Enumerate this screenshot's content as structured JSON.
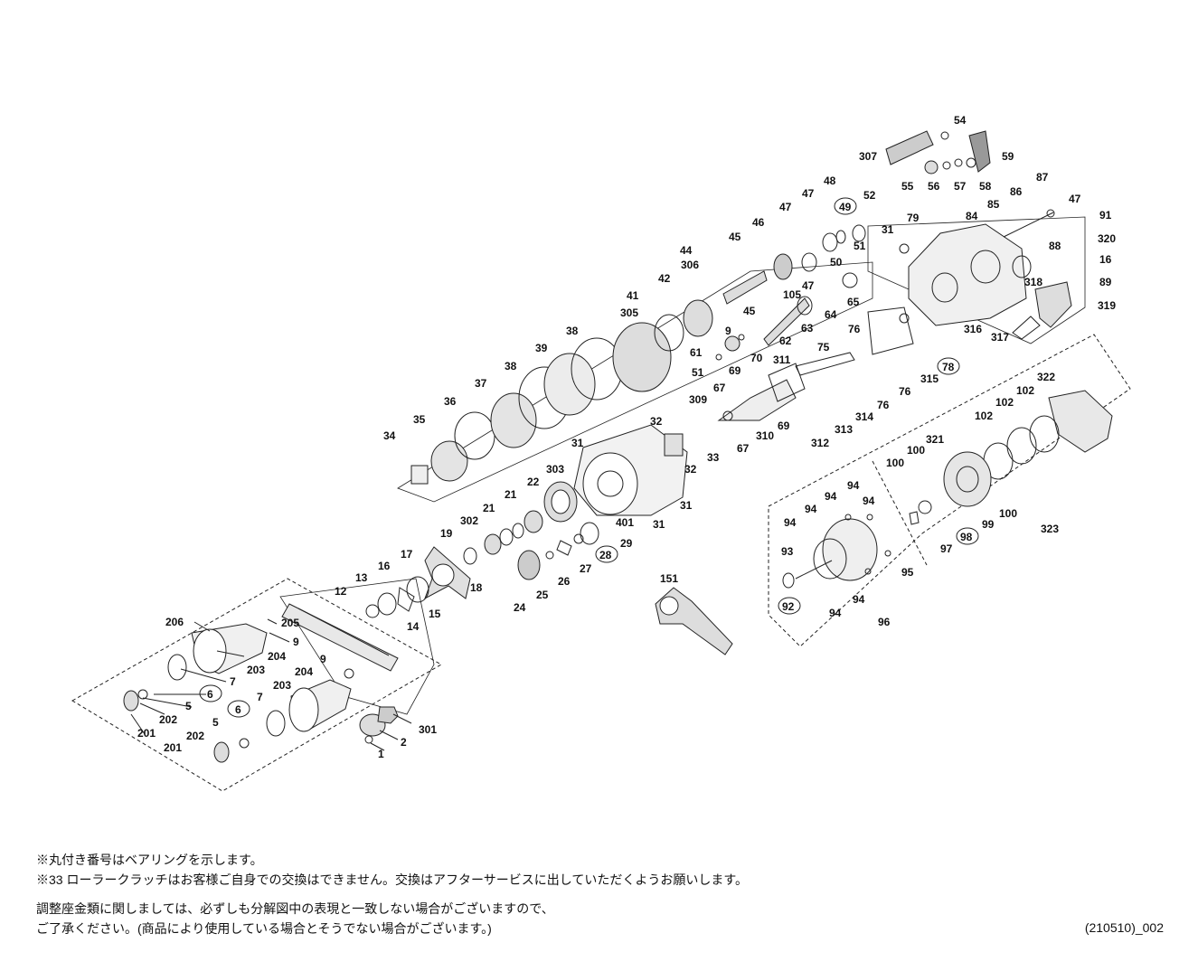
{
  "part_numbers": {
    "p1": "1",
    "p2": "2",
    "p5a": "5",
    "p5b": "5",
    "p6a": "6",
    "p6b": "6",
    "p7a": "7",
    "p7b": "7",
    "p9a": "9",
    "p9b": "9",
    "p9c": "9",
    "p12": "12",
    "p13": "13",
    "p14": "14",
    "p15": "15",
    "p16a": "16",
    "p16b": "16",
    "p17": "17",
    "p18": "18",
    "p19": "19",
    "p21a": "21",
    "p21b": "21",
    "p22": "22",
    "p24": "24",
    "p25": "25",
    "p26": "26",
    "p27": "27",
    "p28": "28",
    "p29": "29",
    "p31a": "31",
    "p31b": "31",
    "p31c": "31",
    "p31d": "31",
    "p32a": "32",
    "p32b": "32",
    "p33": "33",
    "p34": "34",
    "p35": "35",
    "p36": "36",
    "p37": "37",
    "p38a": "38",
    "p38b": "38",
    "p39": "39",
    "p41": "41",
    "p42": "42",
    "p44": "44",
    "p45a": "45",
    "p45b": "45",
    "p46": "46",
    "p47a": "47",
    "p47b": "47",
    "p47c": "47",
    "p47d": "47",
    "p48": "48",
    "p49": "49",
    "p50": "50",
    "p51a": "51",
    "p51b": "51",
    "p52": "52",
    "p54": "54",
    "p55": "55",
    "p56": "56",
    "p57": "57",
    "p58": "58",
    "p59": "59",
    "p61": "61",
    "p62": "62",
    "p63": "63",
    "p64": "64",
    "p65": "65",
    "p67a": "67",
    "p67b": "67",
    "p69a": "69",
    "p69b": "69",
    "p70": "70",
    "p75": "75",
    "p76a": "76",
    "p76b": "76",
    "p76c": "76",
    "p78": "78",
    "p79": "79",
    "p84": "84",
    "p85": "85",
    "p86": "86",
    "p87": "87",
    "p88": "88",
    "p89": "89",
    "p91": "91",
    "p92": "92",
    "p93": "93",
    "p94a": "94",
    "p94b": "94",
    "p94c": "94",
    "p94d": "94",
    "p94e": "94",
    "p94f": "94",
    "p94g": "94",
    "p95": "95",
    "p96": "96",
    "p97": "97",
    "p98": "98",
    "p99": "99",
    "p100a": "100",
    "p100b": "100",
    "p100c": "100",
    "p102a": "102",
    "p102b": "102",
    "p102c": "102",
    "p105": "105",
    "p151": "151",
    "p201a": "201",
    "p201b": "201",
    "p202a": "202",
    "p202b": "202",
    "p203a": "203",
    "p203b": "203",
    "p204a": "204",
    "p204b": "204",
    "p205": "205",
    "p206": "206",
    "p301": "301",
    "p302": "302",
    "p303": "303",
    "p305": "305",
    "p306": "306",
    "p307": "307",
    "p309": "309",
    "p310": "310",
    "p311": "311",
    "p312": "312",
    "p313": "313",
    "p314": "314",
    "p315": "315",
    "p316": "316",
    "p317": "317",
    "p318": "318",
    "p319": "319",
    "p320": "320",
    "p321": "321",
    "p322": "322",
    "p323": "323",
    "p401": "401"
  },
  "notes": {
    "line1": "※丸付き番号はベアリングを示します。",
    "line2": "※33 ローラークラッチはお客様ご自身での交換はできません。交換はアフターサービスに出していただくようお願いします。",
    "line3": "調整座金類に関しましては、必ずしも分解図中の表現と一致しない場合がございますので、",
    "line4": "ご了承ください。(商品により使用している場合とそうでない場合がございます。)",
    "code": "(210510)_002"
  }
}
